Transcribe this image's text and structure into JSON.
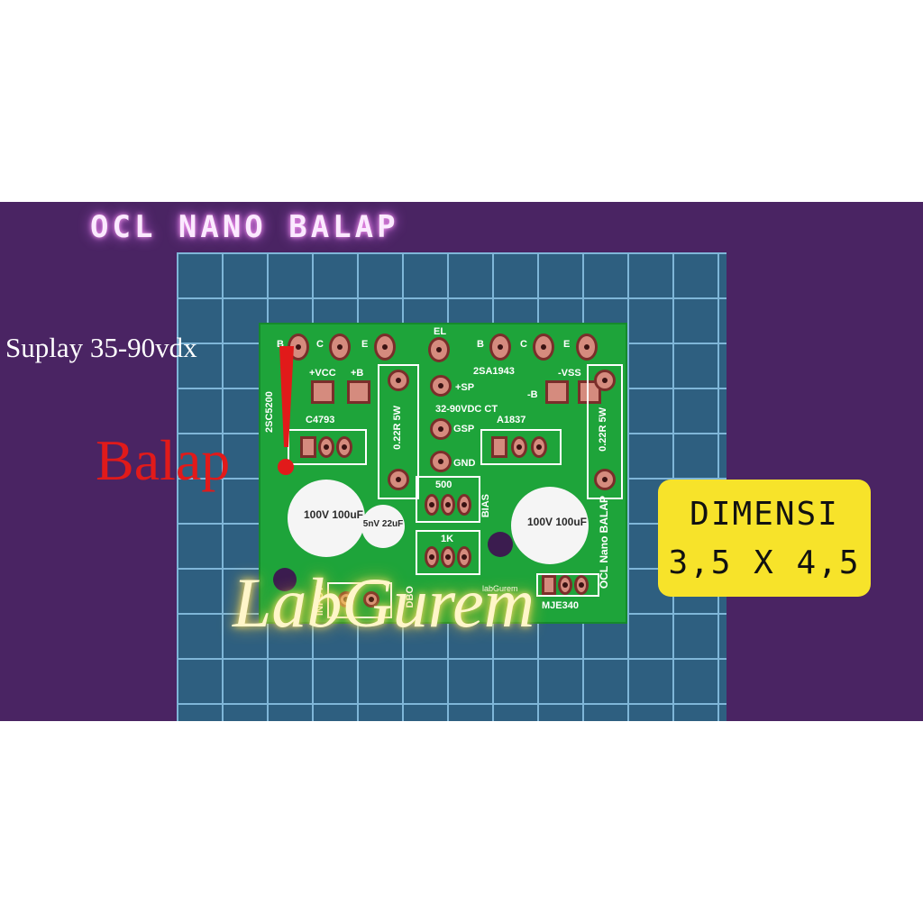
{
  "image": {
    "title": "OCL NANO BALAP",
    "supply": "Suplay 35-90vdx",
    "balap": "Balap",
    "brand": "LabGurem",
    "dimension_label": "DIMENSI",
    "dimension_value": "3,5 X 4,5"
  },
  "pcb": {
    "labels": {
      "b_left": "B",
      "c_left": "C",
      "e_left": "E",
      "el": "EL",
      "b_right": "B",
      "c_right": "C",
      "e_right": "E",
      "vcc": "+VCC",
      "plus_b": "+B",
      "q_left": "2SC5200",
      "q_right": "2SA1943",
      "sp": "+SP",
      "vss": "-VSS",
      "minus_b": "-B",
      "supply_ct": "32-90VDC CT",
      "c4793": "C4793",
      "a1837": "A1837",
      "res_left": "0.22R 5W",
      "res_right": "0.22R 5W",
      "gsp": "GSP",
      "gnd": "GND",
      "r500": "500",
      "bias": "BIAS",
      "r1k": "1K",
      "cap_left": "100V 100uF",
      "cap_small": "5nV 22uF",
      "cap_right": "100V 100uF",
      "nano": "OCL Nano BALAP",
      "mje": "MJE340",
      "input": "INPUT",
      "dbo": "DBO",
      "logo": "labGurem"
    }
  },
  "colors": {
    "banner": "#4a2463",
    "pcb": "#1ea43a",
    "mat": "#2e5f80",
    "badge": "#f7e32a",
    "accent": "#e11a1a"
  }
}
